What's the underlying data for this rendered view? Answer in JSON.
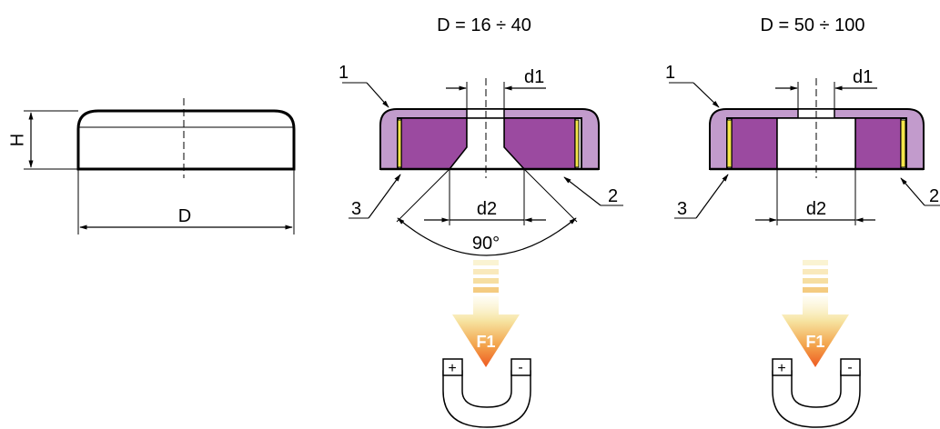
{
  "left_view": {
    "height_label": "H",
    "diameter_label": "D"
  },
  "middle_view": {
    "title": "D = 16 ÷ 40",
    "callouts": [
      "1",
      "2",
      "3"
    ],
    "bore_label": "d1",
    "counterbore_label": "d2",
    "angle_label": "90°",
    "force_label": "F1",
    "plus_label": "+",
    "minus_label": "-"
  },
  "right_view": {
    "title": "D = 50 ÷ 100",
    "callouts": [
      "1",
      "2",
      "3"
    ],
    "bore_label": "d1",
    "counterbore_label": "d2",
    "force_label": "F1",
    "plus_label": "+",
    "minus_label": "-"
  },
  "colors": {
    "housing": "#c29bcc",
    "magnet": "#9b4aa0",
    "spacer": "#f4e64a",
    "arrow_top": "#f6e7a6",
    "arrow_bottom": "#f0642a"
  }
}
